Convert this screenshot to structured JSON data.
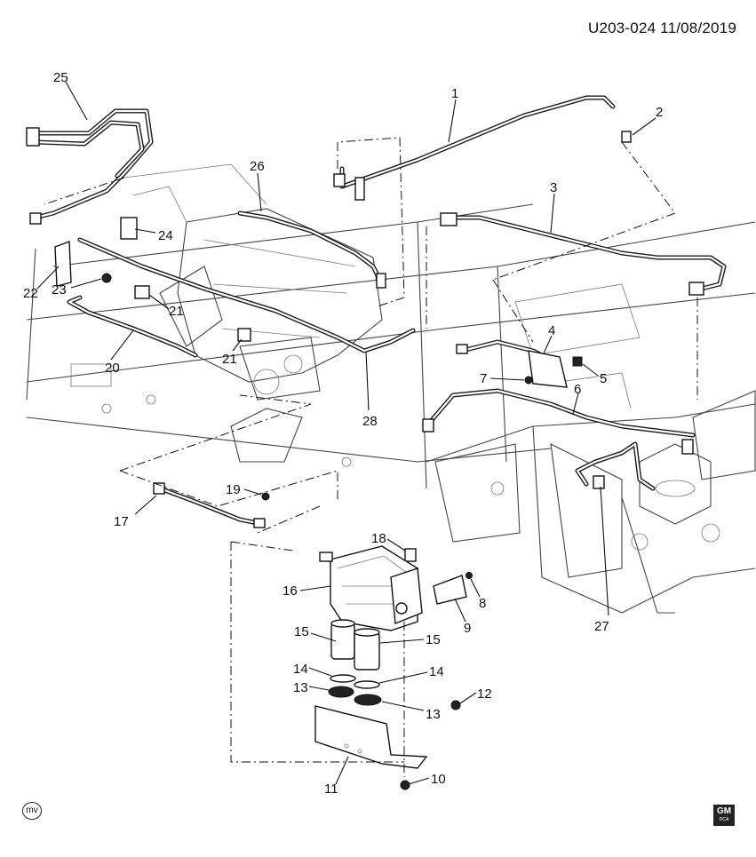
{
  "header": {
    "diagram_code": "U203-024 11/08/2019"
  },
  "callouts": [
    {
      "id": "c1",
      "label": "1"
    },
    {
      "id": "c2",
      "label": "2"
    },
    {
      "id": "c3",
      "label": "3"
    },
    {
      "id": "c4",
      "label": "4"
    },
    {
      "id": "c5",
      "label": "5"
    },
    {
      "id": "c6",
      "label": "6"
    },
    {
      "id": "c7",
      "label": "7"
    },
    {
      "id": "c8",
      "label": "8"
    },
    {
      "id": "c9",
      "label": "9"
    },
    {
      "id": "c10",
      "label": "10"
    },
    {
      "id": "c11",
      "label": "11"
    },
    {
      "id": "c12",
      "label": "12"
    },
    {
      "id": "c13a",
      "label": "13"
    },
    {
      "id": "c13b",
      "label": "13"
    },
    {
      "id": "c14a",
      "label": "14"
    },
    {
      "id": "c14b",
      "label": "14"
    },
    {
      "id": "c15a",
      "label": "15"
    },
    {
      "id": "c15b",
      "label": "15"
    },
    {
      "id": "c16",
      "label": "16"
    },
    {
      "id": "c17",
      "label": "17"
    },
    {
      "id": "c18",
      "label": "18"
    },
    {
      "id": "c19",
      "label": "19"
    },
    {
      "id": "c20",
      "label": "20"
    },
    {
      "id": "c21a",
      "label": "21"
    },
    {
      "id": "c21b",
      "label": "21"
    },
    {
      "id": "c22",
      "label": "22"
    },
    {
      "id": "c23",
      "label": "23"
    },
    {
      "id": "c24",
      "label": "24"
    },
    {
      "id": "c25",
      "label": "25"
    },
    {
      "id": "c26",
      "label": "26"
    },
    {
      "id": "c27",
      "label": "27"
    },
    {
      "id": "c28",
      "label": "28"
    }
  ],
  "footer": {
    "mv_badge": "mv",
    "brand_logo": "GM",
    "brand_sub": "DCA"
  }
}
